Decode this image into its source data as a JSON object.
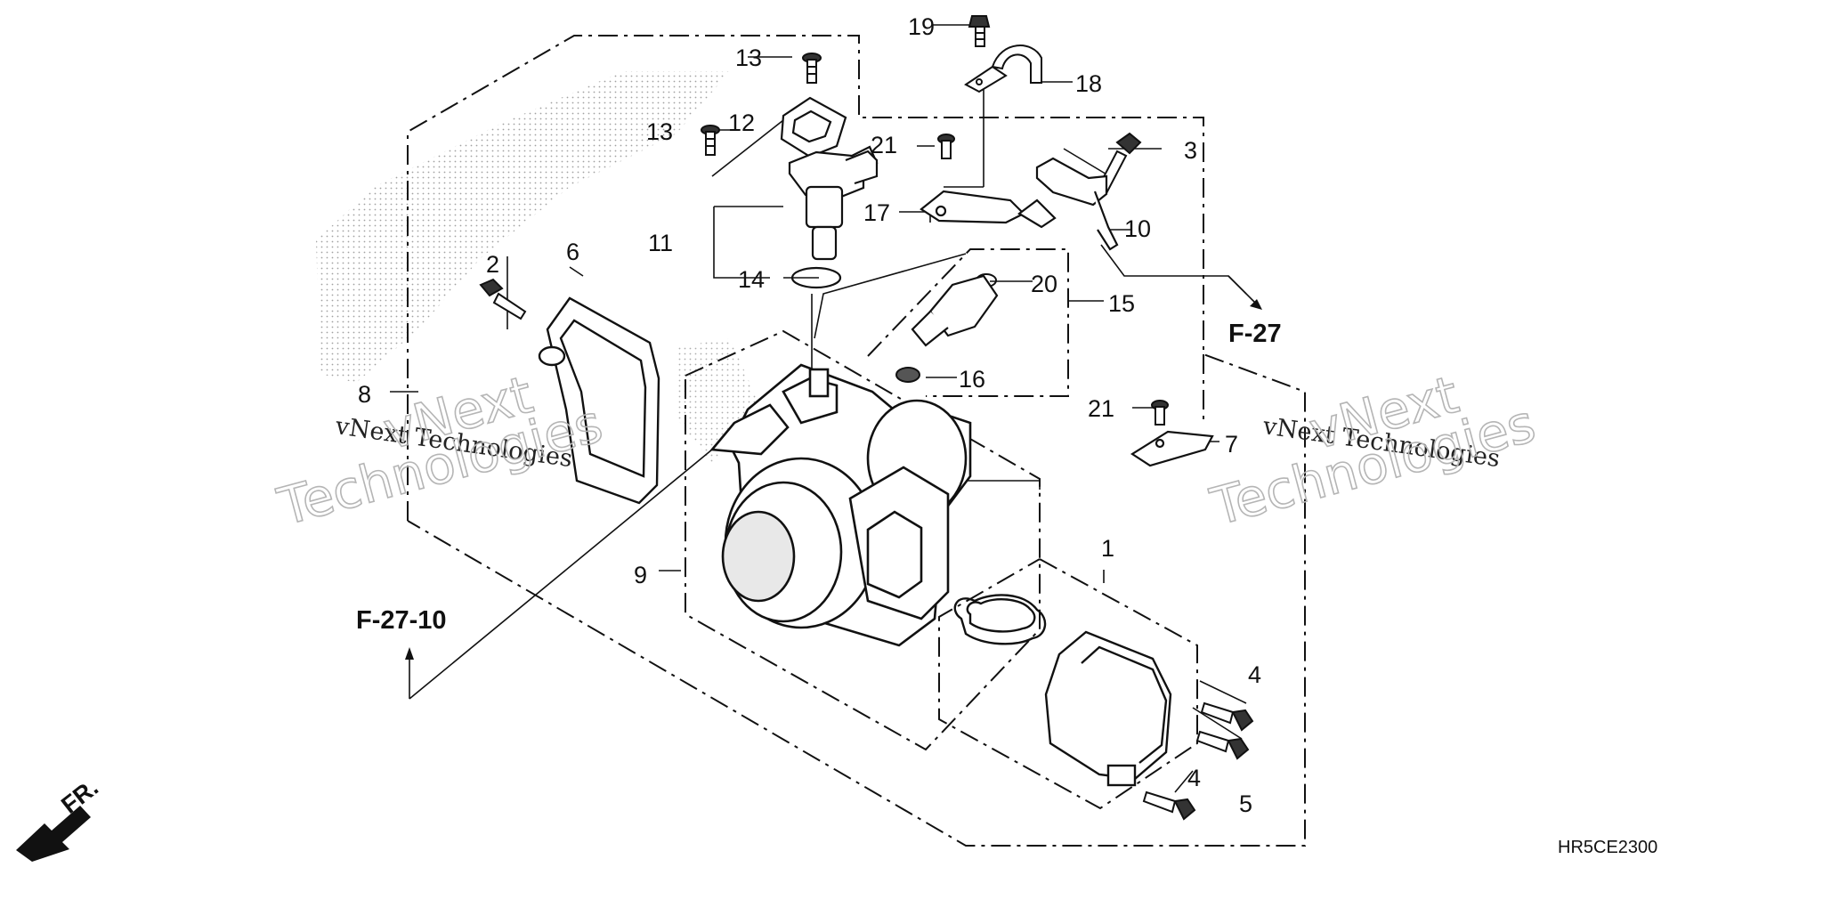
{
  "diagram": {
    "code": "HR5CE2300",
    "references": {
      "f27": "F-27",
      "f2710": "F-27-10"
    },
    "front_label": "FR.",
    "watermark": {
      "line1": "vNext Technologies",
      "line2": "vNext",
      "line3": "Technologies"
    },
    "callouts": {
      "c1": "1",
      "c2": "2",
      "c3": "3",
      "c4a": "4",
      "c4b": "4",
      "c5": "5",
      "c6": "6",
      "c7": "7",
      "c8": "8",
      "c9": "9",
      "c10": "10",
      "c11": "11",
      "c12": "12",
      "c13a": "13",
      "c13b": "13",
      "c14": "14",
      "c15": "15",
      "c16": "16",
      "c17": "17",
      "c18": "18",
      "c19": "19",
      "c20": "20",
      "c21a": "21",
      "c21b": "21"
    }
  }
}
